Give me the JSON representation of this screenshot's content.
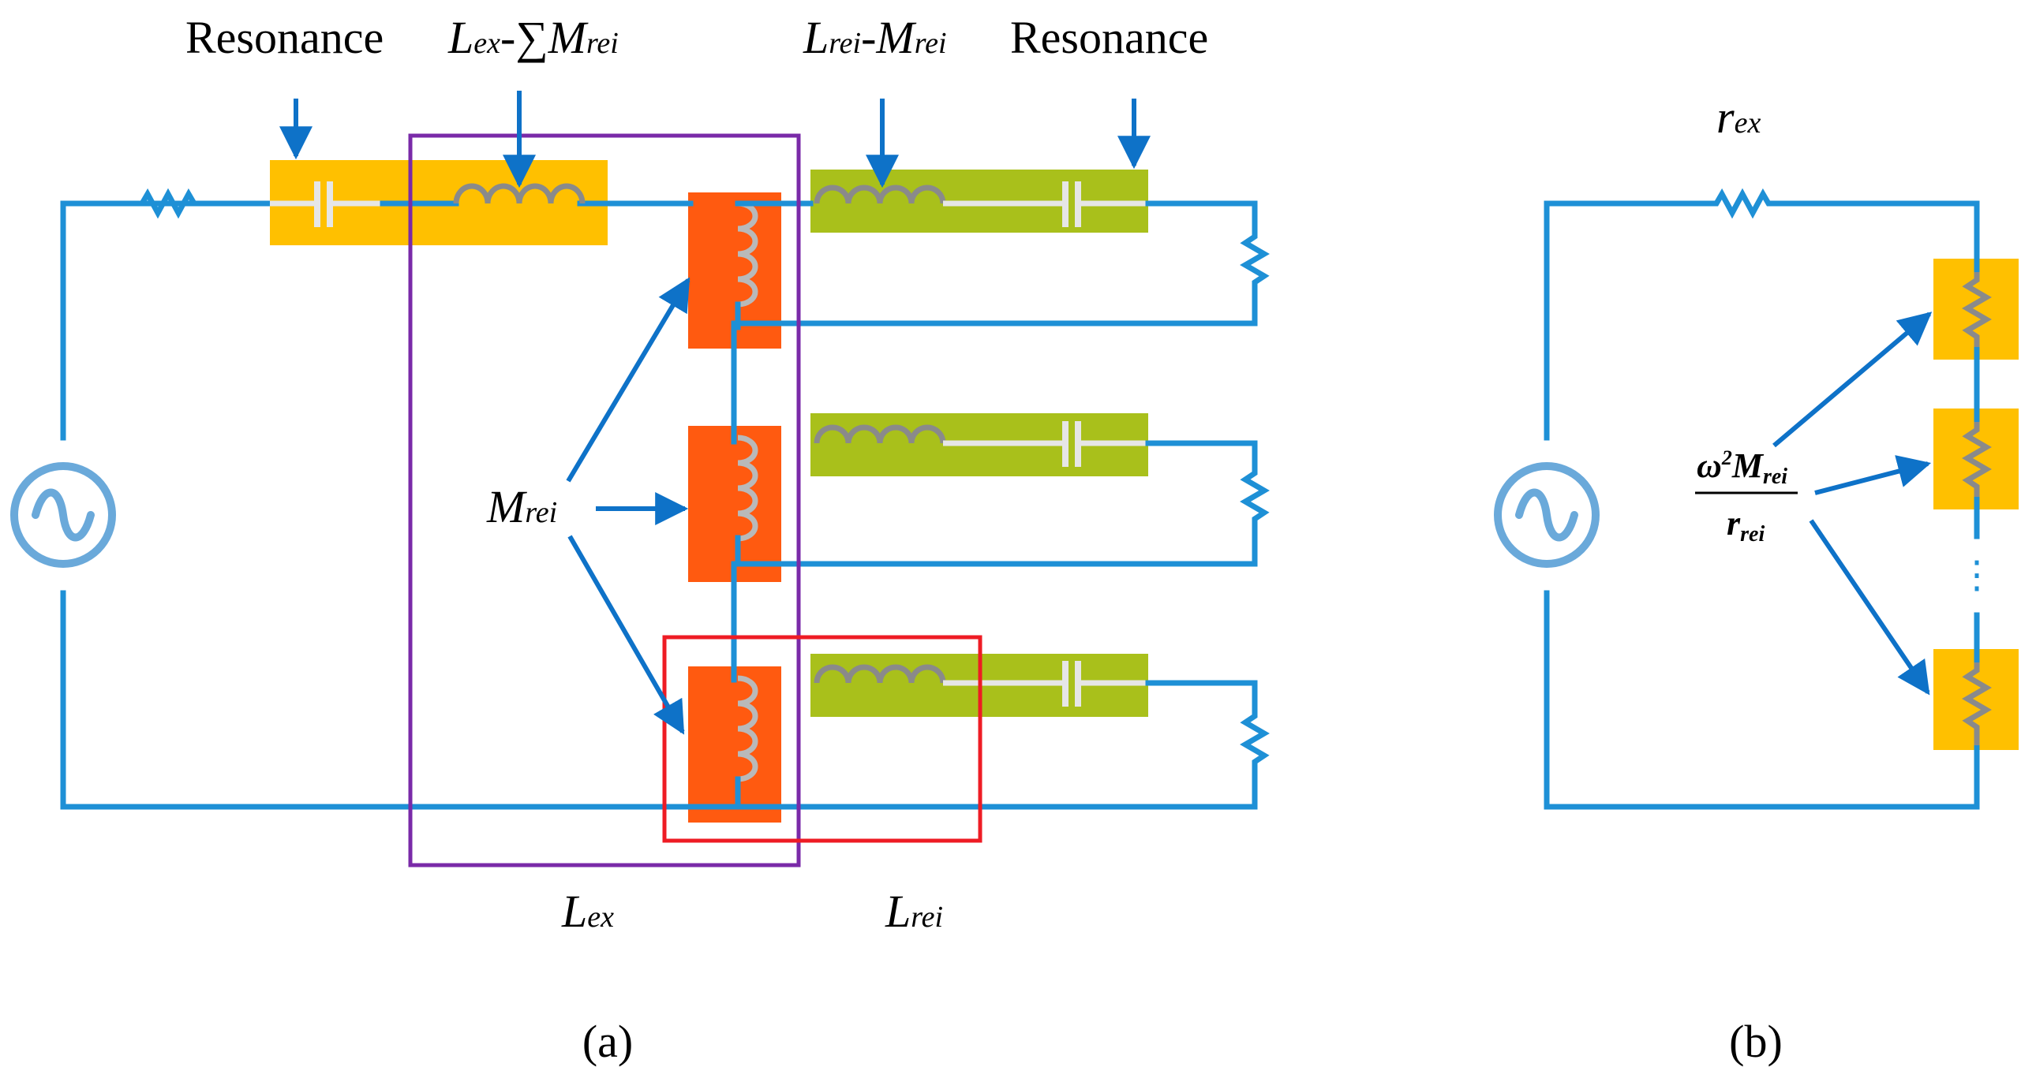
{
  "panel_a": {
    "caption": "(a)",
    "label_resonance_left": "Resonance",
    "label_resonance_right": "Resonance",
    "label_lex_minus_sum_m": {
      "main": "L",
      "sub1": "ex",
      "mid": "-∑M",
      "sub2": "rei"
    },
    "label_lrei_minus_mrei": {
      "main": "L",
      "sub1": "rei",
      "mid": "-M",
      "sub2": "rei"
    },
    "label_mrei": {
      "main": "M",
      "sub": "rei"
    },
    "label_lex": {
      "main": "L",
      "sub": "ex"
    },
    "label_lrei": {
      "main": "L",
      "sub": "rei"
    }
  },
  "panel_b": {
    "caption": "(b)",
    "label_rex": {
      "main": "r",
      "sub": "ex"
    },
    "fraction_numerator": {
      "main": "ω",
      "sup": "2",
      "m": "M",
      "sub": "rei"
    },
    "fraction_denominator": {
      "main": "r",
      "sub": "rei"
    },
    "ellipsis": "⋮"
  },
  "colors": {
    "wire": "#1E90D6",
    "arrow": "#0E72C8",
    "transmit_block": "#FFC000",
    "receive_block": "#A9C01B",
    "coupling_block": "#FF5A10",
    "lex_box": "#7A2AA8",
    "lrei_box": "#EE1C24",
    "source": "#6AA9DA"
  }
}
